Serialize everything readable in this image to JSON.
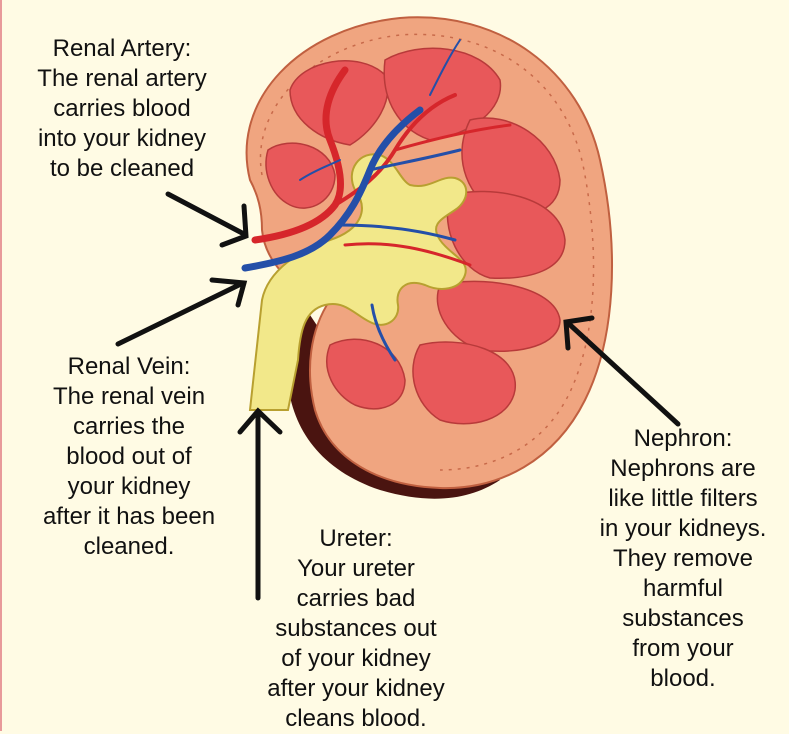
{
  "labels": {
    "renal_artery": {
      "title": "Renal Artery:",
      "lines": [
        "The renal artery",
        "carries blood",
        "into your kidney",
        "to be cleaned"
      ]
    },
    "renal_vein": {
      "title": "Renal Vein:",
      "lines": [
        "The renal vein",
        "carries the",
        "blood out of",
        "your kidney",
        "after it has been",
        "cleaned."
      ]
    },
    "ureter": {
      "title": "Ureter:",
      "lines": [
        "Your ureter",
        "carries bad",
        "substances out",
        "of your kidney",
        "after your kidney",
        "cleans blood."
      ]
    },
    "nephron": {
      "title": "Nephron:",
      "lines": [
        "Nephrons are",
        "like little filters",
        "in your kidneys.",
        "They remove",
        "harmful",
        "substances",
        "from your",
        "blood."
      ]
    }
  },
  "colors": {
    "background": "#fffbe4",
    "cortex": "#f0a580",
    "medulla_pyramid": "#e8585a",
    "pelvis": "#f2e88a",
    "artery": "#d6262b",
    "vein": "#244fa8",
    "ureter_shadow": "#4a1410",
    "arrow": "#111111"
  }
}
